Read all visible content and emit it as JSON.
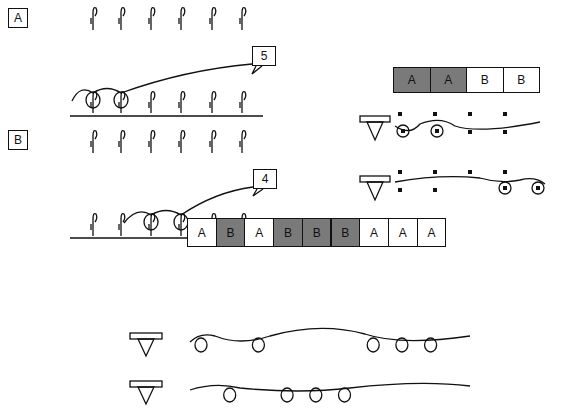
{
  "diagram": {
    "nodes": [
      {
        "text": [
          "A"
        ]
      },
      {
        "text": [
          "5"
        ]
      },
      {
        "text": [
          "B"
        ]
      },
      {
        "text": [
          "4"
        ]
      }
    ],
    "labels": [
      "A",
      "A",
      "B",
      "B",
      "A",
      "B",
      "A",
      "B",
      "B",
      "B",
      "A",
      "A",
      "A"
    ]
  }
}
